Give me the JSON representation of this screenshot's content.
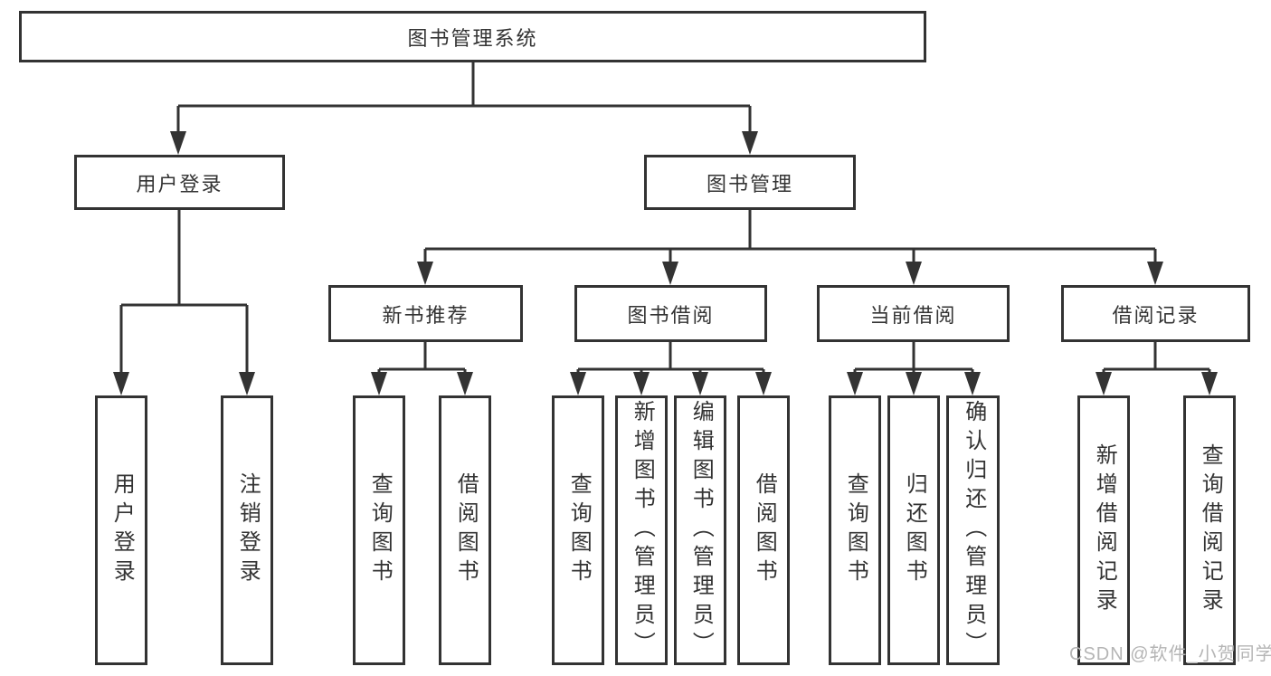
{
  "tree": {
    "root": {
      "label": "图书管理系统"
    },
    "branches": [
      {
        "label": "用户登录",
        "children": [
          {
            "label": "用户登录"
          },
          {
            "label": "注销登录"
          }
        ]
      },
      {
        "label": "图书管理",
        "children": [
          {
            "label": "新书推荐",
            "children": [
              {
                "label": "查询图书"
              },
              {
                "label": "借阅图书"
              }
            ]
          },
          {
            "label": "图书借阅",
            "children": [
              {
                "label": "查询图书"
              },
              {
                "label": "新增图书（管理员）"
              },
              {
                "label": "编辑图书（管理员）"
              },
              {
                "label": "借阅图书"
              }
            ]
          },
          {
            "label": "当前借阅",
            "children": [
              {
                "label": "查询图书"
              },
              {
                "label": "归还图书"
              },
              {
                "label": "确认归还（管理员）"
              }
            ]
          },
          {
            "label": "借阅记录",
            "children": [
              {
                "label": "新增借阅记录"
              },
              {
                "label": "查询借阅记录"
              }
            ]
          }
        ]
      }
    ]
  },
  "watermark": {
    "text": "CSDN @软件_小贺同学",
    "color": "#b5b5b5"
  },
  "colors": {
    "line": "#333333",
    "text": "#333333",
    "background": "#ffffff"
  }
}
